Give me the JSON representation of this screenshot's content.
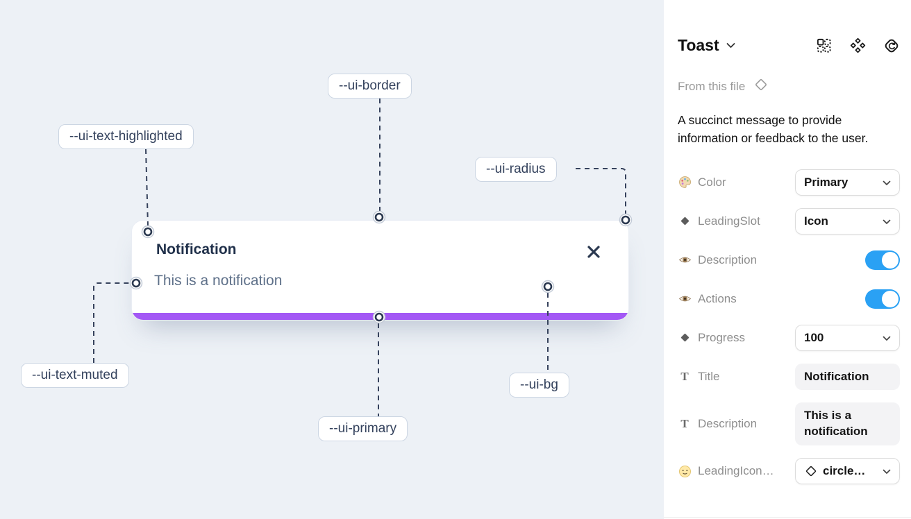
{
  "canvas": {
    "toast": {
      "title": "Notification",
      "description": "This is a notification"
    },
    "var_labels": [
      {
        "text": "--ui-border"
      },
      {
        "text": "--ui-text-highlighted"
      },
      {
        "text": "--ui-radius"
      },
      {
        "text": "--ui-text-muted"
      },
      {
        "text": "--ui-primary"
      },
      {
        "text": "--ui-bg"
      }
    ],
    "colors": {
      "canvas_bg": "#edf1f6",
      "progress_bar": "#a358f5",
      "connector": "#36425c",
      "title_text": "#20304a",
      "muted_text": "#5e7089"
    }
  },
  "panel": {
    "header": {
      "title": "Toast",
      "icons": [
        "variants-icon",
        "component-diamonds-icon",
        "instance-swap-icon"
      ]
    },
    "source_label": "From this file",
    "description": "A succinct message to provide information or feedback to the user.",
    "text_icon_glyph": "T",
    "rows": [
      {
        "label": "Color",
        "icon": "palette-icon",
        "control": "select",
        "value": "Primary"
      },
      {
        "label": "LeadingSlot",
        "icon": "diamond-icon",
        "control": "select",
        "value": "Icon"
      },
      {
        "label": "Description",
        "icon": "eye-icon",
        "control": "toggle",
        "state": "on"
      },
      {
        "label": "Actions",
        "icon": "eye-icon",
        "control": "toggle",
        "state": "on"
      },
      {
        "label": "Progress",
        "icon": "diamond-icon",
        "control": "select",
        "value": "100"
      },
      {
        "label": "Title",
        "icon": "text-icon",
        "control": "text",
        "value": "Notification"
      },
      {
        "label": "Description",
        "icon": "text-icon",
        "control": "text",
        "value": "This is a notification"
      },
      {
        "label": "LeadingIcon…",
        "icon": "smiley-icon",
        "control": "select",
        "value": "circle…"
      }
    ],
    "colors": {
      "toggle_on": "#2aa1f4",
      "field_bg": "#f3f3f5"
    }
  }
}
